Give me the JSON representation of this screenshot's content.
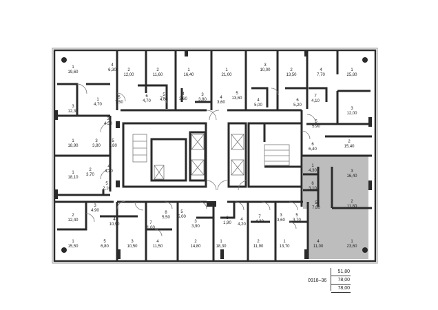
{
  "colors": {
    "wall": "#2a2a2a",
    "thin_line": "#777777",
    "highlight": "#bdbdbd",
    "outline": "#9a9a9a"
  },
  "rooms": [
    {
      "n": "1",
      "a": "19,60"
    },
    {
      "n": "4",
      "a": "6,30"
    },
    {
      "n": "2",
      "a": "12,00"
    },
    {
      "n": "2",
      "a": "11,60"
    },
    {
      "n": "1",
      "a": "16,40"
    },
    {
      "n": "1",
      "a": "21,00"
    },
    {
      "n": "3",
      "a": "10,00"
    },
    {
      "n": "2",
      "a": "13,50"
    },
    {
      "n": "4",
      "a": "7,70"
    },
    {
      "n": "1",
      "a": "25,80"
    },
    {
      "n": "5",
      "a": "7,50"
    },
    {
      "n": "6",
      "a": "4,70"
    },
    {
      "n": "5",
      "a": "4,00"
    },
    {
      "n": "4",
      "a": "3,60"
    },
    {
      "n": "3",
      "a": "3,80"
    },
    {
      "n": "4",
      "a": "3,60"
    },
    {
      "n": "5",
      "a": "13,60"
    },
    {
      "n": "4",
      "a": "5,00"
    },
    {
      "n": "6",
      "a": "5,20"
    },
    {
      "n": "7",
      "a": "4,10"
    },
    {
      "n": "3",
      "a": "12,30"
    },
    {
      "n": "1",
      "a": "4,70"
    },
    {
      "n": "3",
      "a": "12,00"
    },
    {
      "n": "3",
      "a": "4,50"
    },
    {
      "n": "5",
      "a": "5,90"
    },
    {
      "n": "1",
      "a": "18,90"
    },
    {
      "n": "3",
      "a": "3,80"
    },
    {
      "n": "5",
      "a": "5,80"
    },
    {
      "n": "6",
      "a": "6,40"
    },
    {
      "n": "2",
      "a": "15,40"
    },
    {
      "n": "1",
      "a": "18,10"
    },
    {
      "n": "2",
      "a": "3,70"
    },
    {
      "n": "4",
      "a": "4,20"
    },
    {
      "n": "5",
      "a": "2,10"
    },
    {
      "n": "1",
      "a": "4,30"
    },
    {
      "n": "3",
      "a": "16,40"
    },
    {
      "n": "6",
      "a": "3,10"
    },
    {
      "n": "2",
      "a": "11,80"
    },
    {
      "n": "5",
      "a": "7,80"
    },
    {
      "n": "2",
      "a": "12,40"
    },
    {
      "n": "3",
      "a": "4,90"
    },
    {
      "n": "4",
      "a": "10,90"
    },
    {
      "n": "8",
      "a": "5,50"
    },
    {
      "n": "7",
      "a": "1,00"
    },
    {
      "n": "5",
      "a": "5,00"
    },
    {
      "n": "3",
      "a": "3,90"
    },
    {
      "n": "6",
      "a": "1,90"
    },
    {
      "n": "4",
      "a": "4,20"
    },
    {
      "n": "7",
      "a": "4,30"
    },
    {
      "n": "3",
      "a": "3,60"
    },
    {
      "n": "5",
      "a": "3,70"
    },
    {
      "n": "1",
      "a": "15,50"
    },
    {
      "n": "5",
      "a": "6,80"
    },
    {
      "n": "3",
      "a": "10,50"
    },
    {
      "n": "4",
      "a": "11,50"
    },
    {
      "n": "2",
      "a": "14,80"
    },
    {
      "n": "1",
      "a": "18,30"
    },
    {
      "n": "2",
      "a": "11,90"
    },
    {
      "n": "1",
      "a": "13,70"
    },
    {
      "n": "4",
      "a": "11,00"
    },
    {
      "n": "1",
      "a": "23,60"
    }
  ],
  "legend": {
    "code": "0918–36",
    "values": [
      "51,80",
      "78,00",
      "78,00"
    ]
  }
}
